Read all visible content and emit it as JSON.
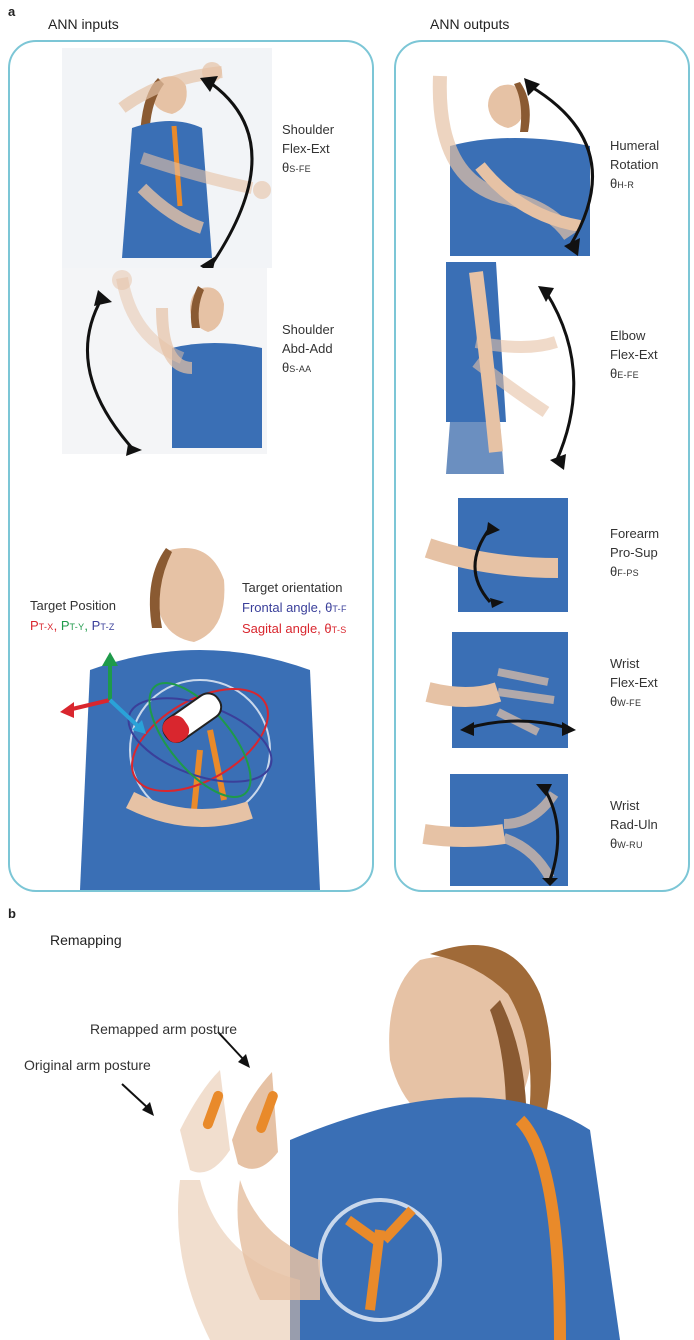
{
  "panel_a": {
    "letter": "a",
    "inputs": {
      "title": "ANN inputs",
      "items": [
        {
          "line1": "Shoulder",
          "line2": "Flex-Ext",
          "sym": "θ",
          "sub": "S-FE"
        },
        {
          "line1": "Shoulder",
          "line2": "Abd-Add",
          "sym": "θ",
          "sub": "S-AA"
        }
      ],
      "target_position": {
        "title": "Target Position",
        "x": {
          "p": "P",
          "sub": "T-X",
          "sep": ","
        },
        "y": {
          "p": "P",
          "sub": "T-Y",
          "sep": ","
        },
        "z": {
          "p": "P",
          "sub": "T-Z"
        }
      },
      "target_orientation": {
        "title": "Target orientation",
        "frontal": {
          "text": "Frontal angle, ",
          "sym": "θ",
          "sub": "T-F"
        },
        "sagital": {
          "text": "Sagital angle, ",
          "sym": "θ",
          "sub": "T-S"
        }
      }
    },
    "outputs": {
      "title": "ANN outputs",
      "items": [
        {
          "line1": "Humeral",
          "line2": "Rotation",
          "sym": "θ",
          "sub": "H-R"
        },
        {
          "line1": "Elbow",
          "line2": "Flex-Ext",
          "sym": "θ",
          "sub": "E-FE"
        },
        {
          "line1": "Forearm",
          "line2": "Pro-Sup",
          "sym": "θ",
          "sub": "F-PS"
        },
        {
          "line1": "Wrist",
          "line2": "Flex-Ext",
          "sym": "θ",
          "sub": "W-FE"
        },
        {
          "line1": "Wrist",
          "line2": "Rad-Uln",
          "sym": "θ",
          "sub": "W-RU"
        }
      ]
    }
  },
  "panel_b": {
    "letter": "b",
    "title": "Remapping",
    "remapped_label": "Remapped arm posture",
    "original_label": "Original arm posture"
  },
  "colors": {
    "panel_border": "#7cc6d6",
    "shirt": "#3a6fb5",
    "skin": "#e6c2a5",
    "hair": "#8a5a32",
    "accent_orange": "#e98a2a",
    "arrow": "#111111"
  }
}
